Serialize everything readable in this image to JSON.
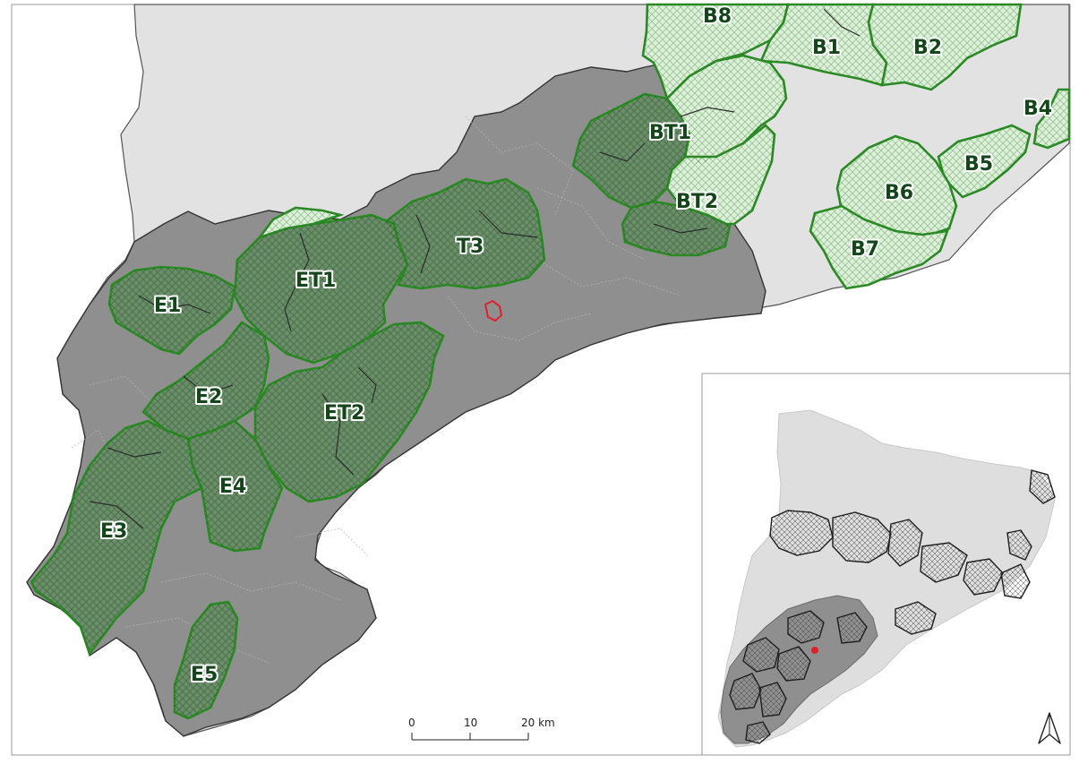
{
  "zones": [
    {
      "id": "B8",
      "type": "B"
    },
    {
      "id": "B1",
      "type": "B"
    },
    {
      "id": "B2",
      "type": "B"
    },
    {
      "id": "B4",
      "type": "B"
    },
    {
      "id": "BT1",
      "type": "B"
    },
    {
      "id": "B5",
      "type": "B"
    },
    {
      "id": "B6",
      "type": "B"
    },
    {
      "id": "BT2",
      "type": "B"
    },
    {
      "id": "B7",
      "type": "B"
    },
    {
      "id": "T3",
      "type": "E"
    },
    {
      "id": "ET1",
      "type": "E"
    },
    {
      "id": "E1",
      "type": "E"
    },
    {
      "id": "E2",
      "type": "E"
    },
    {
      "id": "ET2",
      "type": "E"
    },
    {
      "id": "E4",
      "type": "E"
    },
    {
      "id": "E3",
      "type": "E"
    },
    {
      "id": "E5",
      "type": "E"
    }
  ],
  "scale_bar": {
    "labels": [
      "0",
      "10",
      "20 km"
    ]
  },
  "colors": {
    "land_light": "#e2e2e2",
    "study_region": "#8f8f8f",
    "zone_outline": "#2a8a23",
    "b_zone_fill": "#dcefd8",
    "e_zone_fill": "#6f8a6e",
    "highlight": "#e0202c",
    "sea": "#ffffff"
  },
  "icons": {
    "north_arrow": "north-arrow-icon"
  }
}
